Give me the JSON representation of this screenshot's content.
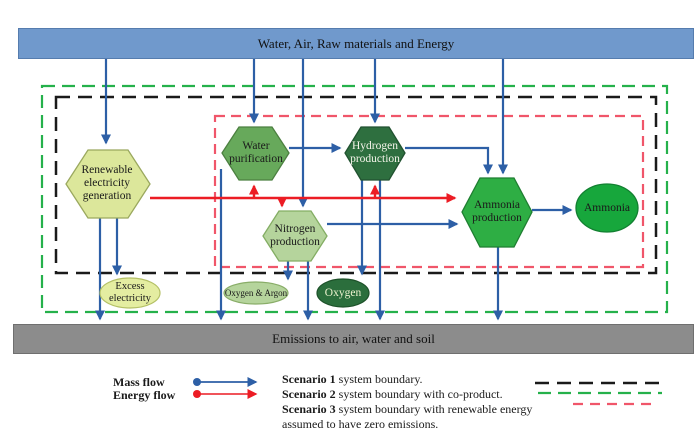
{
  "figure": {
    "top_bar_label": "Water, Air, Raw materials and Energy",
    "bottom_bar_label": "Emissions to air, water and soil"
  },
  "nodes": {
    "renewable": {
      "label": "Renewable electricity generation"
    },
    "water": {
      "label": "Water purification"
    },
    "hydrogen": {
      "label": "Hydrogen production"
    },
    "nitrogen": {
      "label": "Nitrogen production"
    },
    "ammonia_production": {
      "label": "Ammonia production"
    },
    "ammonia": {
      "label": "Ammonia"
    },
    "excess": {
      "label": "Excess electricity"
    },
    "oxygen_argon": {
      "label": "Oxygen & Argon"
    },
    "oxygen": {
      "label": "Oxygen"
    }
  },
  "legend": {
    "mass_flow": "Mass flow",
    "energy_flow": "Energy flow",
    "scenarios": [
      {
        "name": "Scenario 1",
        "desc": " system boundary."
      },
      {
        "name": "Scenario 2",
        "desc": " system boundary with co-product."
      },
      {
        "name": "Scenario 3",
        "desc": " system boundary with renewable energy assumed to have zero emissions."
      }
    ]
  },
  "colors": {
    "top_bar": "#7099CC",
    "bottom_bar": "#8C8C8C",
    "mass_flow": "#2D5FA6",
    "energy_flow": "#EC1C24",
    "scenario1_boundary": "#1A1A1A",
    "scenario2_boundary": "#25B14B",
    "scenario3_boundary": "#F0566A",
    "renewable_fill": "#DCE79B",
    "water_fill": "#67A95B",
    "hydrogen_fill": "#2E6F3F",
    "nitrogen_fill": "#B5D49C",
    "ammonia_production_fill": "#2EAE44",
    "ammonia_fill": "#17A73C",
    "excess_fill": "#E4EDA1",
    "oxygen_argon_fill": "#B5D49C",
    "oxygen_fill": "#2B6E3C"
  }
}
